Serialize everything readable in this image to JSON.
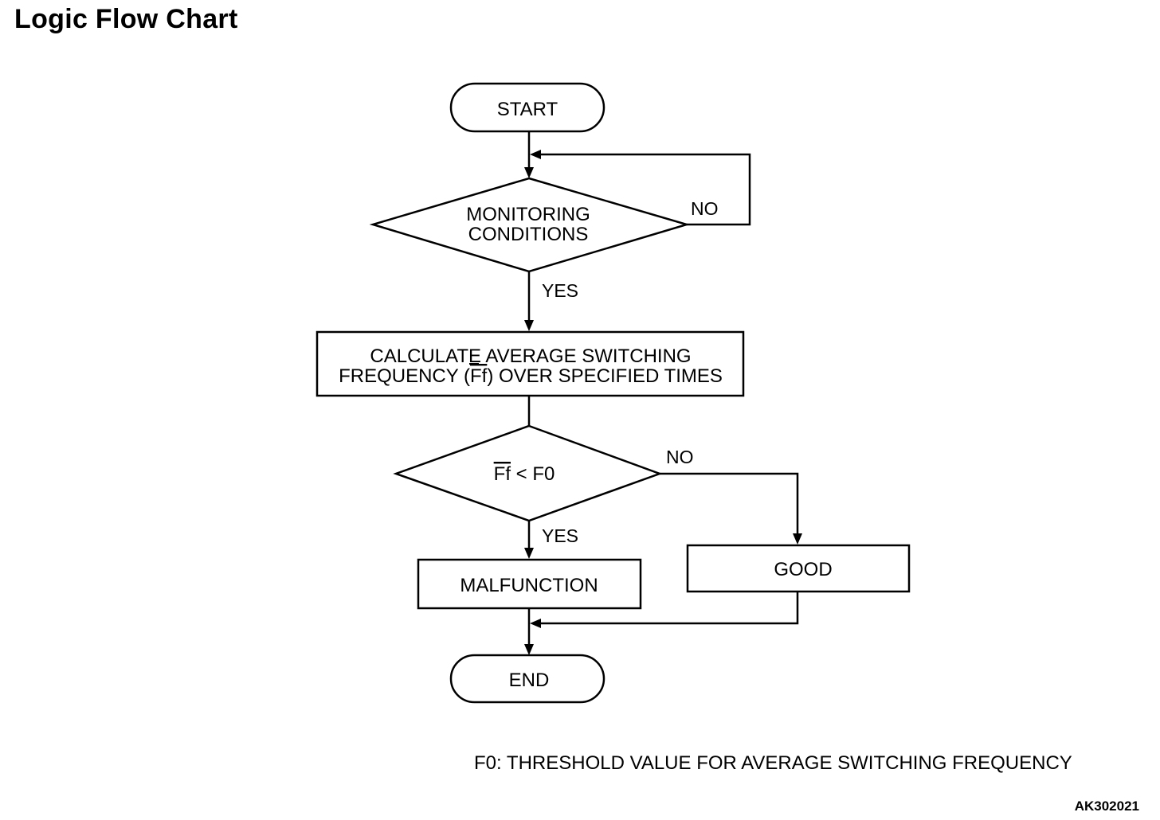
{
  "title": "Logic Flow Chart",
  "nodes": {
    "start": "START",
    "monitoring": [
      "MONITORING",
      "CONDITIONS"
    ],
    "calculate": {
      "line1": "CALCULATE AVERAGE SWITCHING",
      "line2_pre": "FREQUENCY (",
      "line2_sym": "Ff",
      "line2_post": ") OVER SPECIFIED TIMES"
    },
    "compare": {
      "symbol": "Ff",
      "rest": " < F0"
    },
    "malfunction": "MALFUNCTION",
    "good": "GOOD",
    "end": "END"
  },
  "labels": {
    "no_monitor": "NO",
    "yes_monitor": "YES",
    "no_compare": "NO",
    "yes_compare": "YES"
  },
  "footnote": "F0: THRESHOLD VALUE FOR AVERAGE SWITCHING FREQUENCY",
  "figure_id": "AK302021"
}
